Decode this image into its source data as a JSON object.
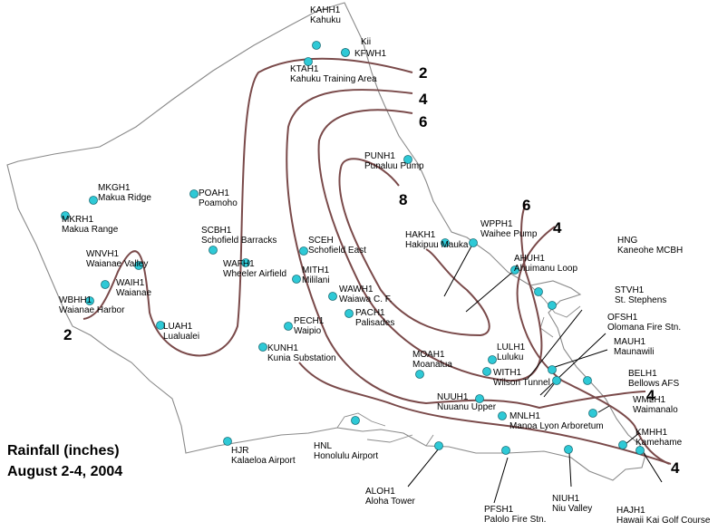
{
  "title": {
    "line1": "Rainfall (inches)",
    "line2": "August 2-4, 2004"
  },
  "colors": {
    "station": "#2ec9d6",
    "isohyet": "#7a4a4a",
    "coast": "#8a8a8a",
    "text": "#000000"
  },
  "isohyet_labels": [
    "2",
    "4",
    "6",
    "8",
    "6",
    "4",
    "2",
    "4",
    "4"
  ],
  "stations": [
    {
      "id": "KAHH1",
      "name": "Kahuku"
    },
    {
      "id": "Kii",
      "name": ""
    },
    {
      "id": "KFWH1",
      "name": ""
    },
    {
      "id": "KTAH1",
      "name": "Kahuku Training Area"
    },
    {
      "id": "PUNH1",
      "name": "Punaluu Pump"
    },
    {
      "id": "MKGH1",
      "name": "Makua Ridge"
    },
    {
      "id": "POAH1",
      "name": "Poamoho"
    },
    {
      "id": "MKRH1",
      "name": "Makua Range"
    },
    {
      "id": "SCBH1",
      "name": "Schofield Barracks"
    },
    {
      "id": "HAKH1",
      "name": "Hakipuu Mauka"
    },
    {
      "id": "WPPH1",
      "name": "Waihee Pump"
    },
    {
      "id": "SCEH",
      "name": "Schofield East"
    },
    {
      "id": "WNVH1",
      "name": "Waianae Valley"
    },
    {
      "id": "WAFH1",
      "name": "Wheeler Airfield"
    },
    {
      "id": "AHUH1",
      "name": "Ahuimanu Loop"
    },
    {
      "id": "HNG",
      "name": "Kaneohe MCBH"
    },
    {
      "id": "MITH1",
      "name": "Mililani"
    },
    {
      "id": "WAIH1",
      "name": "Waianae"
    },
    {
      "id": "WAWH1",
      "name": "Waiawa C. F."
    },
    {
      "id": "WBHH1",
      "name": "Waianae Harbor"
    },
    {
      "id": "STVH1",
      "name": "St. Stephens"
    },
    {
      "id": "PACH1",
      "name": "Palisades"
    },
    {
      "id": "OFSH1",
      "name": "Olomana Fire Stn."
    },
    {
      "id": "LUAH1",
      "name": "Lualualei"
    },
    {
      "id": "PECH1",
      "name": "Waipio"
    },
    {
      "id": "MAUH1",
      "name": "Maunawili"
    },
    {
      "id": "KUNH1",
      "name": "Kunia Substation"
    },
    {
      "id": "LULH1",
      "name": "Luluku"
    },
    {
      "id": "MOAH1",
      "name": "Moanalua"
    },
    {
      "id": "WITH1",
      "name": "Wilson Tunnel"
    },
    {
      "id": "BELH1",
      "name": "Bellows AFS"
    },
    {
      "id": "NUUH1",
      "name": "Nuuanu Upper"
    },
    {
      "id": "WMLH1",
      "name": "Waimanalo"
    },
    {
      "id": "MNLH1",
      "name": "Manoa Lyon Arboretum"
    },
    {
      "id": "HNL",
      "name": "Honolulu Airport"
    },
    {
      "id": "KMHH1",
      "name": "Kamehame"
    },
    {
      "id": "HJR",
      "name": "Kalaeloa Airport"
    },
    {
      "id": "ALOH1",
      "name": "Aloha Tower"
    },
    {
      "id": "NIUH1",
      "name": "Niu Valley"
    },
    {
      "id": "PFSH1",
      "name": "Palolo Fire Stn."
    },
    {
      "id": "HAJH1",
      "name": "Hawaii Kai Golf Course"
    }
  ]
}
